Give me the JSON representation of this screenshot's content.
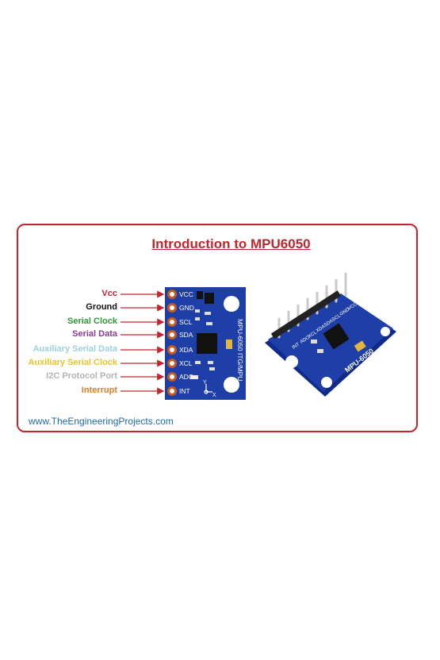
{
  "title": "Introduction to MPU6050",
  "website": "www.TheEngineeringProjects.com",
  "pins": [
    {
      "label": "Vcc",
      "pin": "VCC",
      "color": "#c0262c"
    },
    {
      "label": "Ground",
      "pin": "GND",
      "color": "#111111"
    },
    {
      "label": "Serial Clock",
      "pin": "SCL",
      "color": "#2e9a3a"
    },
    {
      "label": "Serial Data",
      "pin": "SDA",
      "color": "#8e3a9a"
    },
    {
      "label": "Auxiliary Serial Data",
      "pin": "XDA",
      "color": "#9fd0e0"
    },
    {
      "label": "Auxiliary Serial Clock",
      "pin": "XCL",
      "color": "#e7c32a"
    },
    {
      "label": "I2C Protocol Port",
      "pin": "ADO",
      "color": "#b3b3b3"
    },
    {
      "label": "Interrupt",
      "pin": "INT",
      "color": "#e07d28"
    }
  ],
  "board_text": "MPU-6050 ITG/MPU",
  "photo_board_text": "MPU-6050",
  "photo_pins": [
    "VCC",
    "GND",
    "SCL",
    "SDA",
    "XDA",
    "XCL",
    "ADO",
    "INT"
  ],
  "axis_labels": [
    "Y",
    "X"
  ],
  "colors": {
    "frame": "#c0262c",
    "board": "#1f3fa8",
    "pad": "#c85a1e",
    "link": "#1e6aa8"
  }
}
